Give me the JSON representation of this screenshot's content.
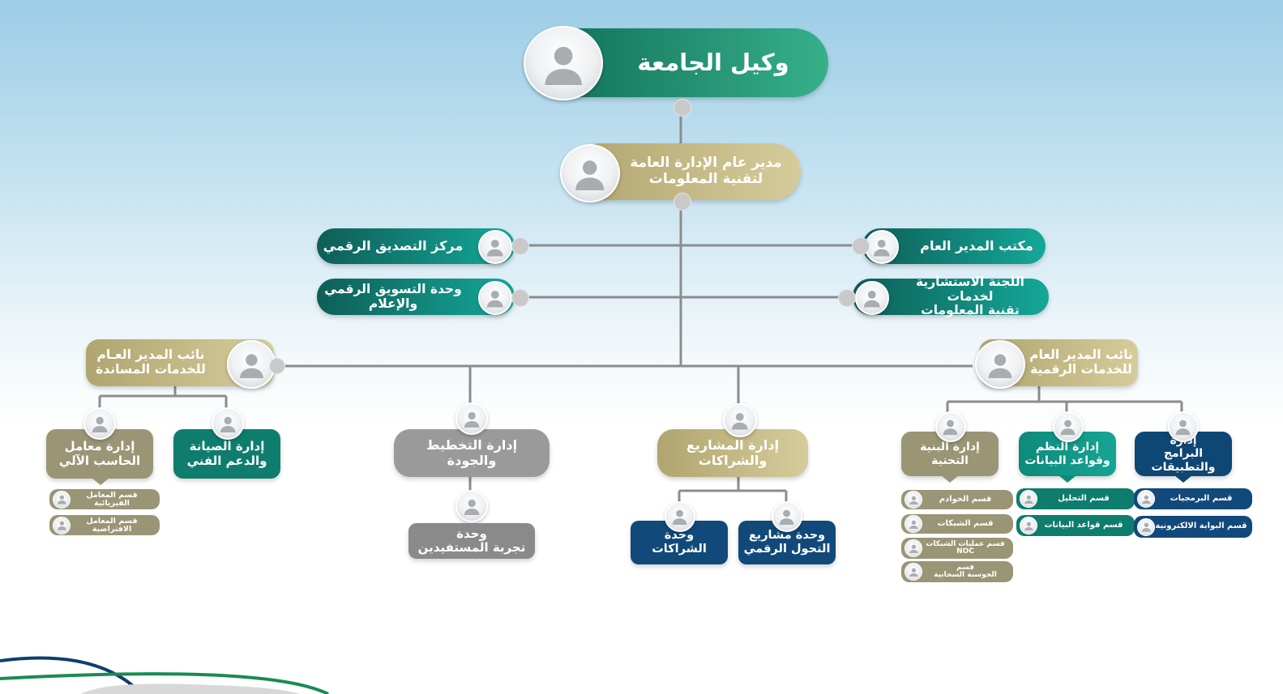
{
  "colors": {
    "green": "#2aa07d",
    "teal": "#14a898",
    "gold": "#c8bd86",
    "gray": "#9a9a9a",
    "navy": "#11497a",
    "line": "#8c8c8c"
  },
  "icons": {
    "avatar": "person-silhouette-icon"
  },
  "top": {
    "label": "وكيل الجامعة"
  },
  "director": {
    "line1": "مدير عام الإدارة العامة",
    "line2": "لتقنية المعلومات"
  },
  "staff": {
    "cert_center": "مركز التصديق الرقمي",
    "marketing_1": "وحدة التسويق الرقمي",
    "marketing_2": "والإعلام",
    "gm_office": "مكتب المدير العام",
    "advisory_1": "اللجنة الاستشارية لخدمات",
    "advisory_2": "تقنية المعلومات"
  },
  "deputy_support": {
    "line1": "نائب المدير العـام",
    "line2": "للخدمات المساندة"
  },
  "deputy_digital": {
    "line1": "نائب المدير العام",
    "line2": "للخدمات الرقمية"
  },
  "support_depts": {
    "labs_1": "إدارة معامل",
    "labs_2": "الحاسب الآلي",
    "maint_1": "إدارة الصيانة",
    "maint_2": "والدعم الفني",
    "labs_sections": [
      {
        "l1": "قسم المعامل",
        "l2": "الفيزيائية"
      },
      {
        "l1": "قسم المعامل",
        "l2": "الافتراضية"
      }
    ]
  },
  "planning": {
    "line1": "إدارة التخطيط",
    "line2": "والجودة",
    "ux_1": "وحدة",
    "ux_2": "تجربة المستفيدين"
  },
  "projects": {
    "line1": "إدارة المشاريع",
    "line2": "والشراكات",
    "partners_1": "وحدة",
    "partners_2": "الشراكات",
    "dt_1": "وحدة مشاريع",
    "dt_2": "التحول الرقمي"
  },
  "digital_depts": {
    "infra_1": "إدارة البنية",
    "infra_2": "التحتية",
    "systems_1": "إدارة النظم",
    "systems_2": "وقواعد البيانات",
    "apps_1": "إدارة",
    "apps_2": "البرامج والتطبيقات",
    "infra_sections": [
      {
        "l1": "قسم الخوادم",
        "l2": ""
      },
      {
        "l1": "قسم الشبكات",
        "l2": ""
      },
      {
        "l1": "قسم عمليات الشبكات",
        "l2": "NOC"
      },
      {
        "l1": "قسم",
        "l2": "الحوسبة السحابية"
      }
    ],
    "systems_sections": [
      "قسم التحليل",
      "قسم قواعد البيانات"
    ],
    "apps_sections": [
      "قسم البرمجيات",
      "قسم البوابة الالكترونية"
    ]
  }
}
